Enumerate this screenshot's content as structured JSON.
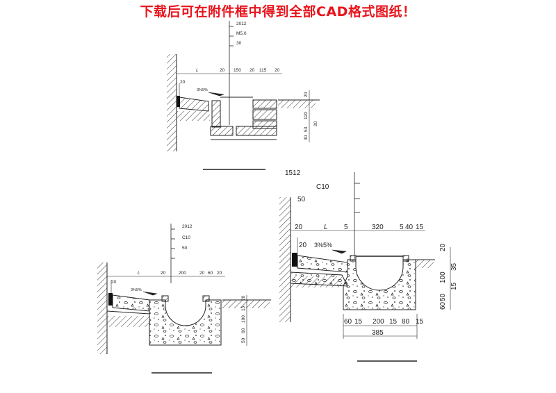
{
  "banner": {
    "text": "下载后可在附件框中得到全部CAD格式图纸！",
    "color": "#e8141c"
  },
  "d1": {
    "labels": [
      "2012",
      "M5.0",
      "30"
    ],
    "top": [
      "L",
      "20",
      "150",
      "20",
      "115",
      "20"
    ],
    "left_20": "20",
    "slope": "3%5%",
    "right": [
      "20",
      "120",
      "20",
      "53",
      "30"
    ]
  },
  "d2": {
    "labels": [
      "2012",
      "C10",
      "50"
    ],
    "top": [
      "L",
      "20",
      "200",
      "20",
      "60",
      "20"
    ],
    "left_20": "20",
    "slope": "3%5%",
    "right": [
      "20",
      "15",
      "100",
      "60",
      "50"
    ]
  },
  "d3": {
    "labels": [
      "1512",
      "C10",
      "50"
    ],
    "top": [
      "20",
      "L",
      "5",
      "320",
      "5",
      "40",
      "15"
    ],
    "left_20": "20",
    "slope": "3%5%",
    "right": [
      "20",
      "35",
      "100",
      "15",
      "50",
      "60"
    ],
    "bottom": [
      "60",
      "15",
      "200",
      "15",
      "80",
      "15"
    ],
    "bottom_total": "385"
  }
}
